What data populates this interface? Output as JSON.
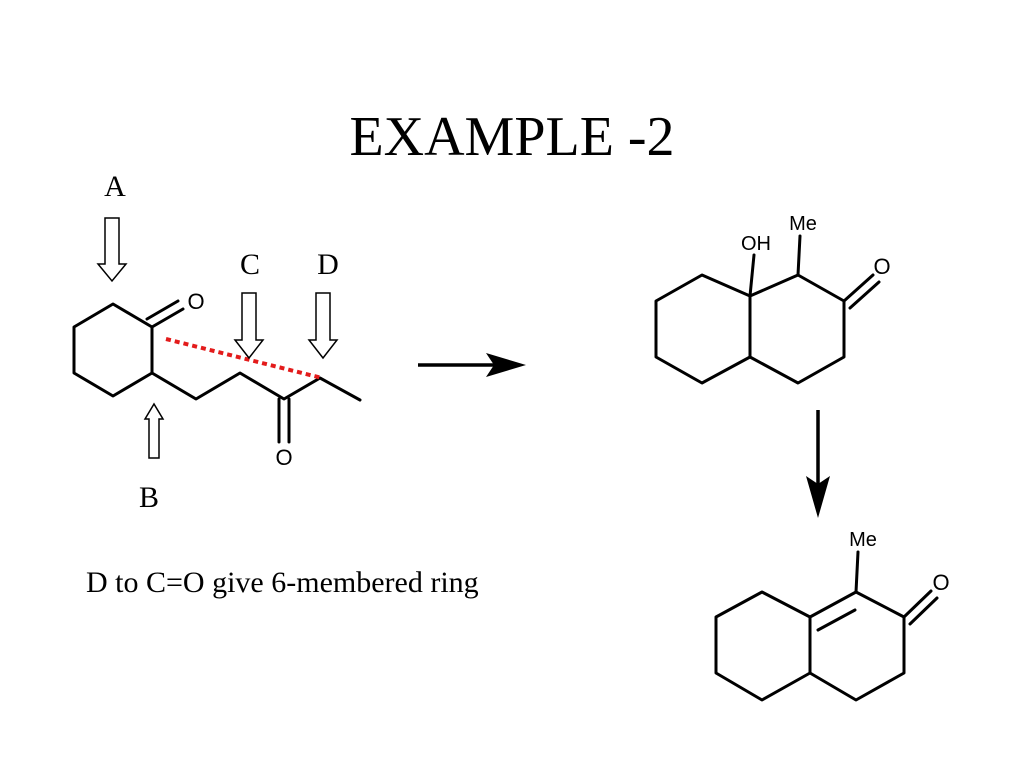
{
  "title": "EXAMPLE -2",
  "caption": "D to C=O give 6-membered ring",
  "site_labels": {
    "a": "A",
    "b": "B",
    "c": "C",
    "d": "D"
  },
  "atoms": {
    "oxygen": "O",
    "hydroxyl": "OH",
    "methyl": "Me"
  },
  "colors": {
    "disconnection_line": "#e31b1b",
    "ink": "#000000",
    "background": "#ffffff"
  }
}
